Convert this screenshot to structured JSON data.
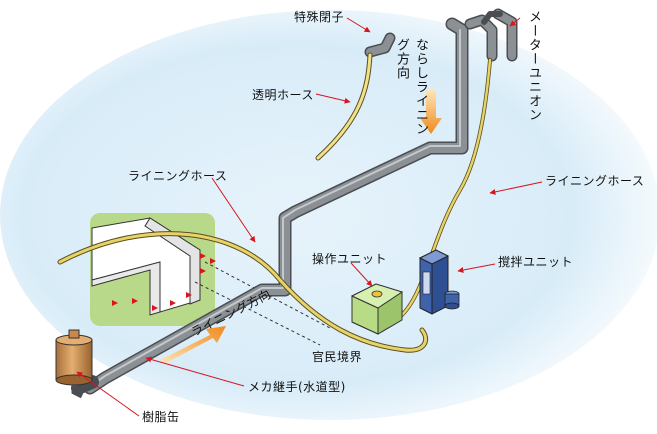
{
  "labels": {
    "special_cap": "特殊閉子",
    "meter_union": "メーターユニオン",
    "flush_lining_direction": "ならしライニング方向",
    "clear_hose": "透明ホース",
    "lining_hose_left": "ライニングホース",
    "lining_hose_right": "ライニングホース",
    "operation_unit": "操作ユニット",
    "stirring_unit": "撹拌ユニット",
    "lining_direction": "ライニング方向",
    "boundary": "官民境界",
    "mechanical_joint": "メカ継手(水道型)",
    "resin_can": "樹脂缶"
  },
  "colors": {
    "pipe": "#7d8286",
    "pipe_dark": "#4a4e52",
    "hose": "#e8d36a",
    "leader": "#d9141e",
    "ground": "#b9d98a",
    "sky": "#d8ecf8",
    "unit_green": "#b8dc86",
    "unit_blue": "#3f62a8",
    "can": "#c9894a",
    "arrow_orange": "#f08a1c"
  }
}
